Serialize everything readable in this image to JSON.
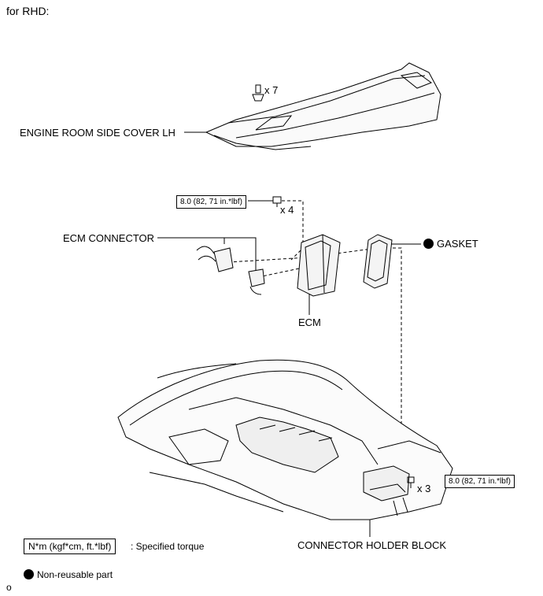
{
  "heading": "for RHD:",
  "parts": {
    "engine_room_side_cover": "ENGINE ROOM SIDE COVER LH",
    "ecm_connector": "ECM CONNECTOR",
    "ecm": "ECM",
    "gasket": "GASKET",
    "connector_holder_block": "CONNECTOR HOLDER BLOCK"
  },
  "quantities": {
    "cover_clips": "x 7",
    "ecm_bolts": "x 4",
    "holder_bolts": "x 3"
  },
  "torques": {
    "ecm_bolt": "8.0 (82, 71 in.*lbf)",
    "holder_bolt": "8.0 (82, 71 in.*lbf)"
  },
  "legend": {
    "torque_unit": "N*m (kgf*cm, ft.*lbf)",
    "torque_text": ": Specified torque",
    "nonreusable_text": "Non-reusable part"
  },
  "footer_mark": "o"
}
